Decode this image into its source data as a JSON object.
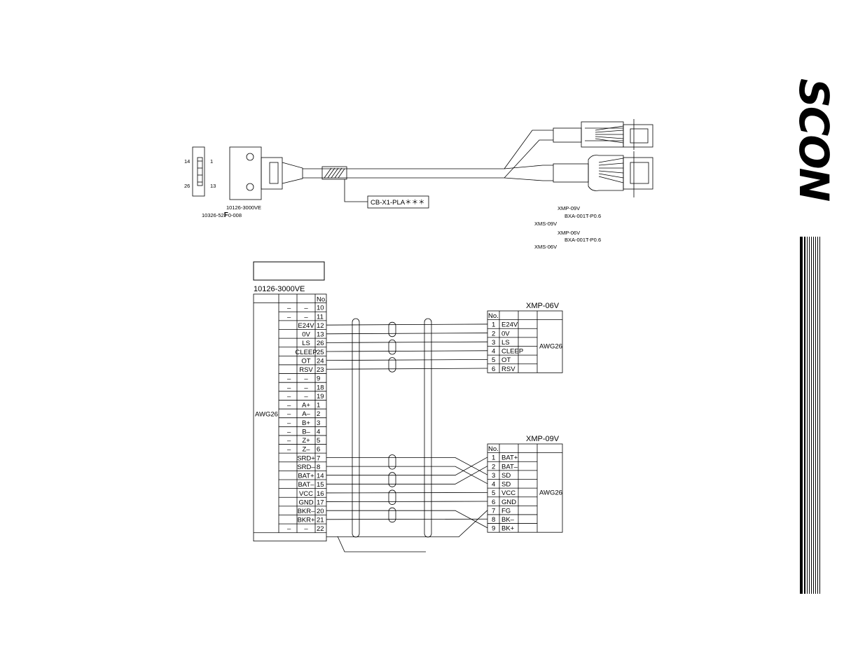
{
  "logo": {
    "text": "SCON"
  },
  "drawing": {
    "left_connector": {
      "pin_labels": {
        "top_left": "14",
        "top_right": "1",
        "bottom_left": "26",
        "bottom_right": "13"
      },
      "part_plug": "10126-3000VE",
      "part_shell_prefix": "10326-52",
      "part_shell_bold": "F",
      "part_shell_suffix": "0-008"
    },
    "cable_label": "CB-X1-PLA＊＊＊",
    "right_parts": {
      "p9_housing": "XMP-09V",
      "p9_terminal": "BXA-001T-P0.6",
      "p9_socket": "XMS-09V",
      "p6_housing": "XMP-06V",
      "p6_terminal": "BXA-001T-P0.6",
      "p6_socket": "XMS-06V"
    }
  },
  "wiring": {
    "title_box": "",
    "left_table": {
      "title": "10126-3000VE",
      "no_header": "No.",
      "wire_gauge": "AWG26",
      "rows": [
        {
          "c1": "–",
          "signal": "–",
          "no": "10"
        },
        {
          "c1": "–",
          "signal": "–",
          "no": "11"
        },
        {
          "c1": "",
          "signal": "E24V",
          "no": "12"
        },
        {
          "c1": "",
          "signal": "0V",
          "no": "13"
        },
        {
          "c1": "",
          "signal": "LS",
          "no": "26"
        },
        {
          "c1": "",
          "signal": "CLEEP",
          "no": "25"
        },
        {
          "c1": "",
          "signal": "OT",
          "no": "24"
        },
        {
          "c1": "",
          "signal": "RSV",
          "no": "23"
        },
        {
          "c1": "–",
          "signal": "–",
          "no": "9"
        },
        {
          "c1": "–",
          "signal": "–",
          "no": "18"
        },
        {
          "c1": "–",
          "signal": "–",
          "no": "19"
        },
        {
          "c1": "–",
          "signal": "A+",
          "no": "1"
        },
        {
          "c1": "–",
          "signal": "A–",
          "no": "2"
        },
        {
          "c1": "–",
          "signal": "B+",
          "no": "3"
        },
        {
          "c1": "–",
          "signal": "B–",
          "no": "4"
        },
        {
          "c1": "–",
          "signal": "Z+",
          "no": "5"
        },
        {
          "c1": "–",
          "signal": "Z–",
          "no": "6"
        },
        {
          "c1": "",
          "signal": "SRD+",
          "no": "7"
        },
        {
          "c1": "",
          "signal": "SRD–",
          "no": "8"
        },
        {
          "c1": "",
          "signal": "BAT+",
          "no": "14"
        },
        {
          "c1": "",
          "signal": "BAT–",
          "no": "15"
        },
        {
          "c1": "",
          "signal": "VCC",
          "no": "16"
        },
        {
          "c1": "",
          "signal": "GND",
          "no": "17"
        },
        {
          "c1": "",
          "signal": "BKR–",
          "no": "20"
        },
        {
          "c1": "",
          "signal": "BKR+",
          "no": "21"
        },
        {
          "c1": "–",
          "signal": "–",
          "no": "22"
        }
      ]
    },
    "right_table_6": {
      "title": "XMP-06V",
      "no_header": "No.",
      "wire_gauge": "AWG26",
      "rows": [
        {
          "no": "1",
          "signal": "E24V"
        },
        {
          "no": "2",
          "signal": "0V"
        },
        {
          "no": "3",
          "signal": "LS"
        },
        {
          "no": "4",
          "signal": "CLEEP"
        },
        {
          "no": "5",
          "signal": "OT"
        },
        {
          "no": "6",
          "signal": "RSV"
        }
      ]
    },
    "right_table_9": {
      "title": "XMP-09V",
      "no_header": "No.",
      "wire_gauge": "AWG26",
      "rows": [
        {
          "no": "1",
          "signal": "BAT+"
        },
        {
          "no": "2",
          "signal": "BAT–"
        },
        {
          "no": "3",
          "signal": "SD"
        },
        {
          "no": "4",
          "signal": "SD"
        },
        {
          "no": "5",
          "signal": "VCC"
        },
        {
          "no": "6",
          "signal": "GND"
        },
        {
          "no": "7",
          "signal": "FG"
        },
        {
          "no": "8",
          "signal": "BK–"
        },
        {
          "no": "9",
          "signal": "BK+"
        }
      ]
    }
  }
}
